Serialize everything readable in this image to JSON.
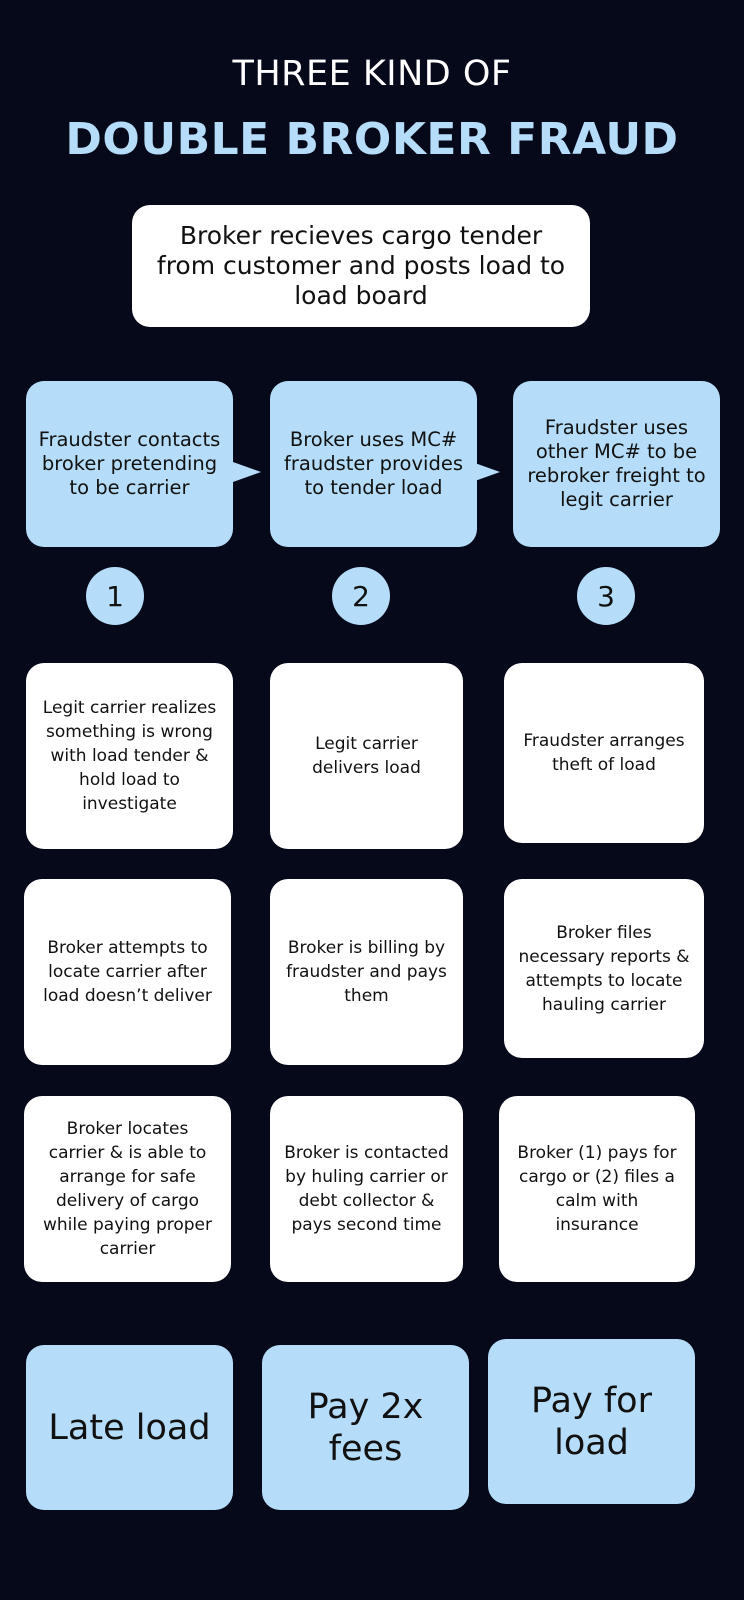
{
  "title": {
    "line1": "THREE KIND OF",
    "line2": "DOUBLE BROKER FRAUD"
  },
  "tender": "Broker recieves cargo tender from customer and posts load to load board",
  "top_boxes": [
    "Fraudster contacts broker pretending to be carrier",
    "Broker uses MC# fraudster provides to tender load",
    "Fraudster uses other MC# to be rebroker freight to legit carrier"
  ],
  "numbers": [
    "1",
    "2",
    "3"
  ],
  "columns": [
    {
      "steps": [
        "Legit carrier realizes something is wrong with load tender & hold load to investigate",
        "Broker attempts to locate carrier after load doesn’t deliver",
        "Broker locates carrier & is able to arrange for safe delivery of cargo while paying proper carrier"
      ],
      "result": "Late load"
    },
    {
      "steps": [
        "Legit carrier delivers load",
        "Broker is billing by fraudster and pays them",
        "Broker is contacted by huling carrier or debt collector & pays second time"
      ],
      "result": "Pay 2x fees"
    },
    {
      "steps": [
        "Fraudster arranges theft of load",
        "Broker files necessary reports & attempts to locate hauling carrier",
        "Broker (1) pays for cargo or (2) files a calm with insurance"
      ],
      "result": "Pay for load"
    }
  ],
  "colors": {
    "background": "#06091a",
    "accent": "#b5dcf9",
    "box": "#ffffff"
  }
}
